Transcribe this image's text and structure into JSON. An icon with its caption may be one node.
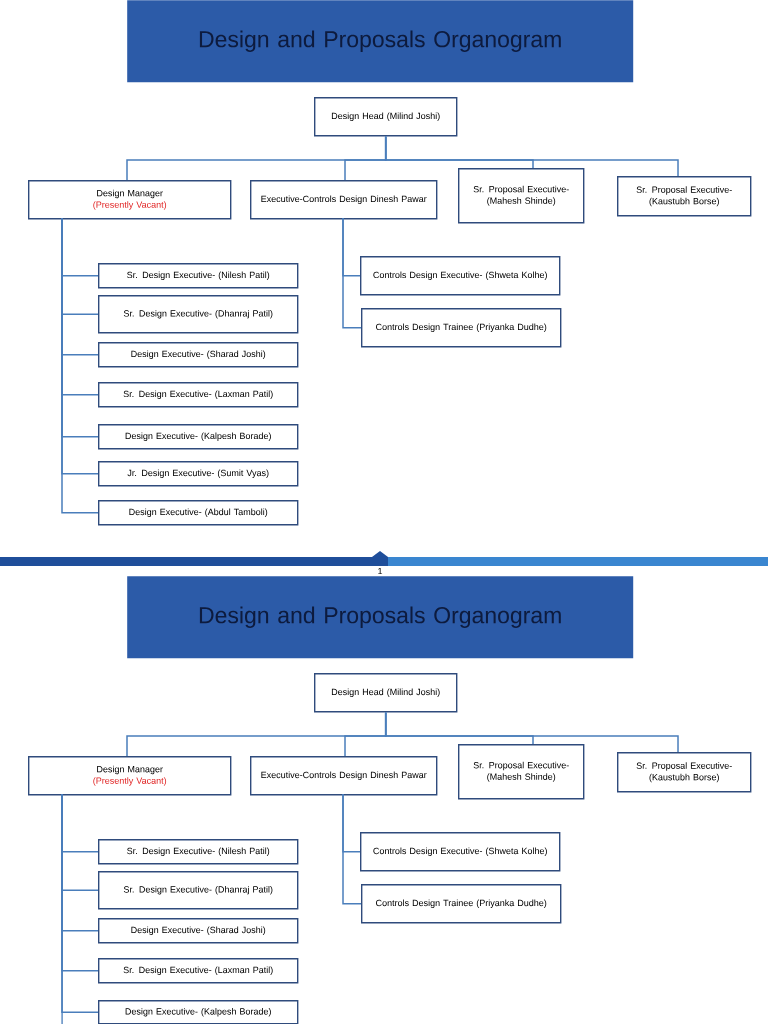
{
  "diagram": {
    "nodes": [
      {
        "text": [
          "Design and Proposals Organogram"
        ]
      },
      {
        "text": [
          "Design Head (Milind Joshi)"
        ]
      },
      {
        "text": [
          "Design Manager",
          "(Presently Vacant)"
        ]
      },
      {
        "text": [
          "Executive-Controls Design Dinesh Pawar"
        ]
      },
      {
        "text": [
          "Sr. Proposal Executive- (Mahesh Shinde)"
        ]
      },
      {
        "text": [
          "Sr. Proposal Executive- (Kaustubh Borse)"
        ]
      },
      {
        "text": [
          "Sr. Design Executive- (Nilesh Patil)"
        ]
      },
      {
        "text": [
          "Sr. Design Executive- (Dhanraj Patil)"
        ]
      },
      {
        "text": [
          "Design Executive- (Sharad Joshi)"
        ]
      },
      {
        "text": [
          "Sr. Design Executive- (Laxman Patil)"
        ]
      },
      {
        "text": [
          "Design Executive- (Kalpesh Borade)"
        ]
      },
      {
        "text": [
          "Jr. Design Executive- (Sumit Vyas)"
        ]
      },
      {
        "text": [
          "Design Executive- (Abdul Tamboli)"
        ]
      },
      {
        "text": [
          "Controls Design Executive- (Shweta Kolhe)"
        ]
      },
      {
        "text": [
          "Controls Design Trainee (Priyanka Dudhe)"
        ]
      },
      {
        "text": [
          "Design and Proposals Organogram"
        ]
      },
      {
        "text": [
          "Design Head (Milind Joshi)"
        ]
      },
      {
        "text": [
          "Design Manager",
          "(Presently Vacant)"
        ]
      },
      {
        "text": [
          "Executive-Controls Design Dinesh Pawar"
        ]
      },
      {
        "text": [
          "Sr. Proposal Executive- (Mahesh Shinde)"
        ]
      },
      {
        "text": [
          "Sr. Proposal Executive- (Kaustubh Borse)"
        ]
      },
      {
        "text": [
          "Sr. Design Executive- (Nilesh Patil)"
        ]
      },
      {
        "text": [
          "Sr. Design Executive- (Dhanraj Patil)"
        ]
      },
      {
        "text": [
          "Design Executive- (Sharad Joshi)"
        ]
      },
      {
        "text": [
          "Sr. Design Executive- (Laxman Patil)"
        ]
      },
      {
        "text": [
          "Design Executive- (Kalpesh Borade)"
        ]
      },
      {
        "text": [
          "Controls Design Executive- (Shweta Kolhe)"
        ]
      },
      {
        "text": [
          "Controls Design Trainee (Priyanka Dudhe)"
        ]
      }
    ],
    "edges": [
      {
        "from": 1,
        "to": 2,
        "arrow": "none"
      },
      {
        "from": 1,
        "to": 3,
        "arrow": "none"
      },
      {
        "from": 1,
        "to": 4,
        "arrow": "none"
      },
      {
        "from": 1,
        "to": 5,
        "arrow": "none"
      },
      {
        "from": 2,
        "to": 6,
        "arrow": "none"
      },
      {
        "from": 2,
        "to": 7,
        "arrow": "none"
      },
      {
        "from": 2,
        "to": 8,
        "arrow": "none"
      },
      {
        "from": 2,
        "to": 9,
        "arrow": "none"
      },
      {
        "from": 2,
        "to": 10,
        "arrow": "none"
      },
      {
        "from": 2,
        "to": 11,
        "arrow": "none"
      },
      {
        "from": 2,
        "to": 12,
        "arrow": "none"
      },
      {
        "from": 3,
        "to": 13,
        "arrow": "none"
      },
      {
        "from": 3,
        "to": 14,
        "arrow": "none"
      },
      {
        "from": 16,
        "to": 17,
        "arrow": "none"
      },
      {
        "from": 16,
        "to": 18,
        "arrow": "none"
      },
      {
        "from": 16,
        "to": 19,
        "arrow": "none"
      },
      {
        "from": 16,
        "to": 20,
        "arrow": "none"
      },
      {
        "from": 17,
        "to": 21,
        "arrow": "none"
      },
      {
        "from": 17,
        "to": 22,
        "arrow": "none"
      },
      {
        "from": 17,
        "to": 23,
        "arrow": "none"
      },
      {
        "from": 17,
        "to": 24,
        "arrow": "none"
      },
      {
        "from": 17,
        "to": 25,
        "arrow": "none"
      },
      {
        "from": 17,
        "to": null,
        "arrow": "none"
      },
      {
        "from": 18,
        "to": 26,
        "arrow": "none"
      },
      {
        "from": 18,
        "to": 27,
        "arrow": "none"
      }
    ],
    "labels": [
      "1"
    ]
  }
}
